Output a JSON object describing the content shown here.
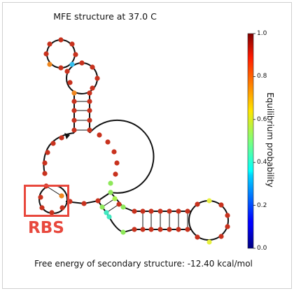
{
  "figure": {
    "title": "MFE structure at 37.0 C",
    "footer": "Free energy of secondary structure: -12.40 kcal/mol",
    "annotation": "RBS",
    "annotation_color": "#e8483d"
  },
  "colorbar": {
    "label": "Equilibrium probability",
    "ticks": [
      "0.0",
      "0.2",
      "0.4",
      "0.6",
      "0.8",
      "1.0"
    ],
    "range": [
      0,
      1
    ],
    "colormap": "jet"
  },
  "colors": {
    "high": "#c8321e",
    "orange": "#f0871e",
    "light_blue": "#33bfee",
    "teal": "#40e8c0",
    "green": "#8ee85a",
    "light_green": "#a8f04e",
    "yellow": "#e8f040",
    "backbone": "#111111"
  }
}
